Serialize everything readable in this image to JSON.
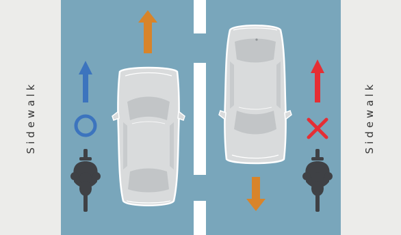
{
  "sidewalks": {
    "left_label": "Sidewalk",
    "right_label": "Sidewalk"
  },
  "lanes": [
    {
      "name": "left-lane",
      "traffic_direction": "up",
      "vehicle": "car",
      "cyclist_marker": "circle",
      "cyclist_arrow_direction": "up"
    },
    {
      "name": "right-lane",
      "traffic_direction": "down",
      "vehicle": "car",
      "cyclist_marker": "cross",
      "cyclist_arrow_direction": "up"
    }
  ],
  "colors": {
    "road": "#79a6bb",
    "sidewalk": "#ececea",
    "lane_marking": "#ffffff",
    "car": "#d9dbdc",
    "car_window": "#c2c5c7",
    "car_outline": "#ffffff",
    "traffic_arrow": "#d8842a",
    "correct_arrow": "#3c74be",
    "wrong_arrow": "#e52e34",
    "correct_mark": "#3c74be",
    "wrong_mark": "#e52e34",
    "cyclist": "#3f4145"
  },
  "icons": {
    "correct_mark": "circle-icon",
    "wrong_mark": "cross-icon",
    "cyclist": "bicycle-rider-icon",
    "car": "car-top-view-icon",
    "arrow": "arrow-icon"
  }
}
